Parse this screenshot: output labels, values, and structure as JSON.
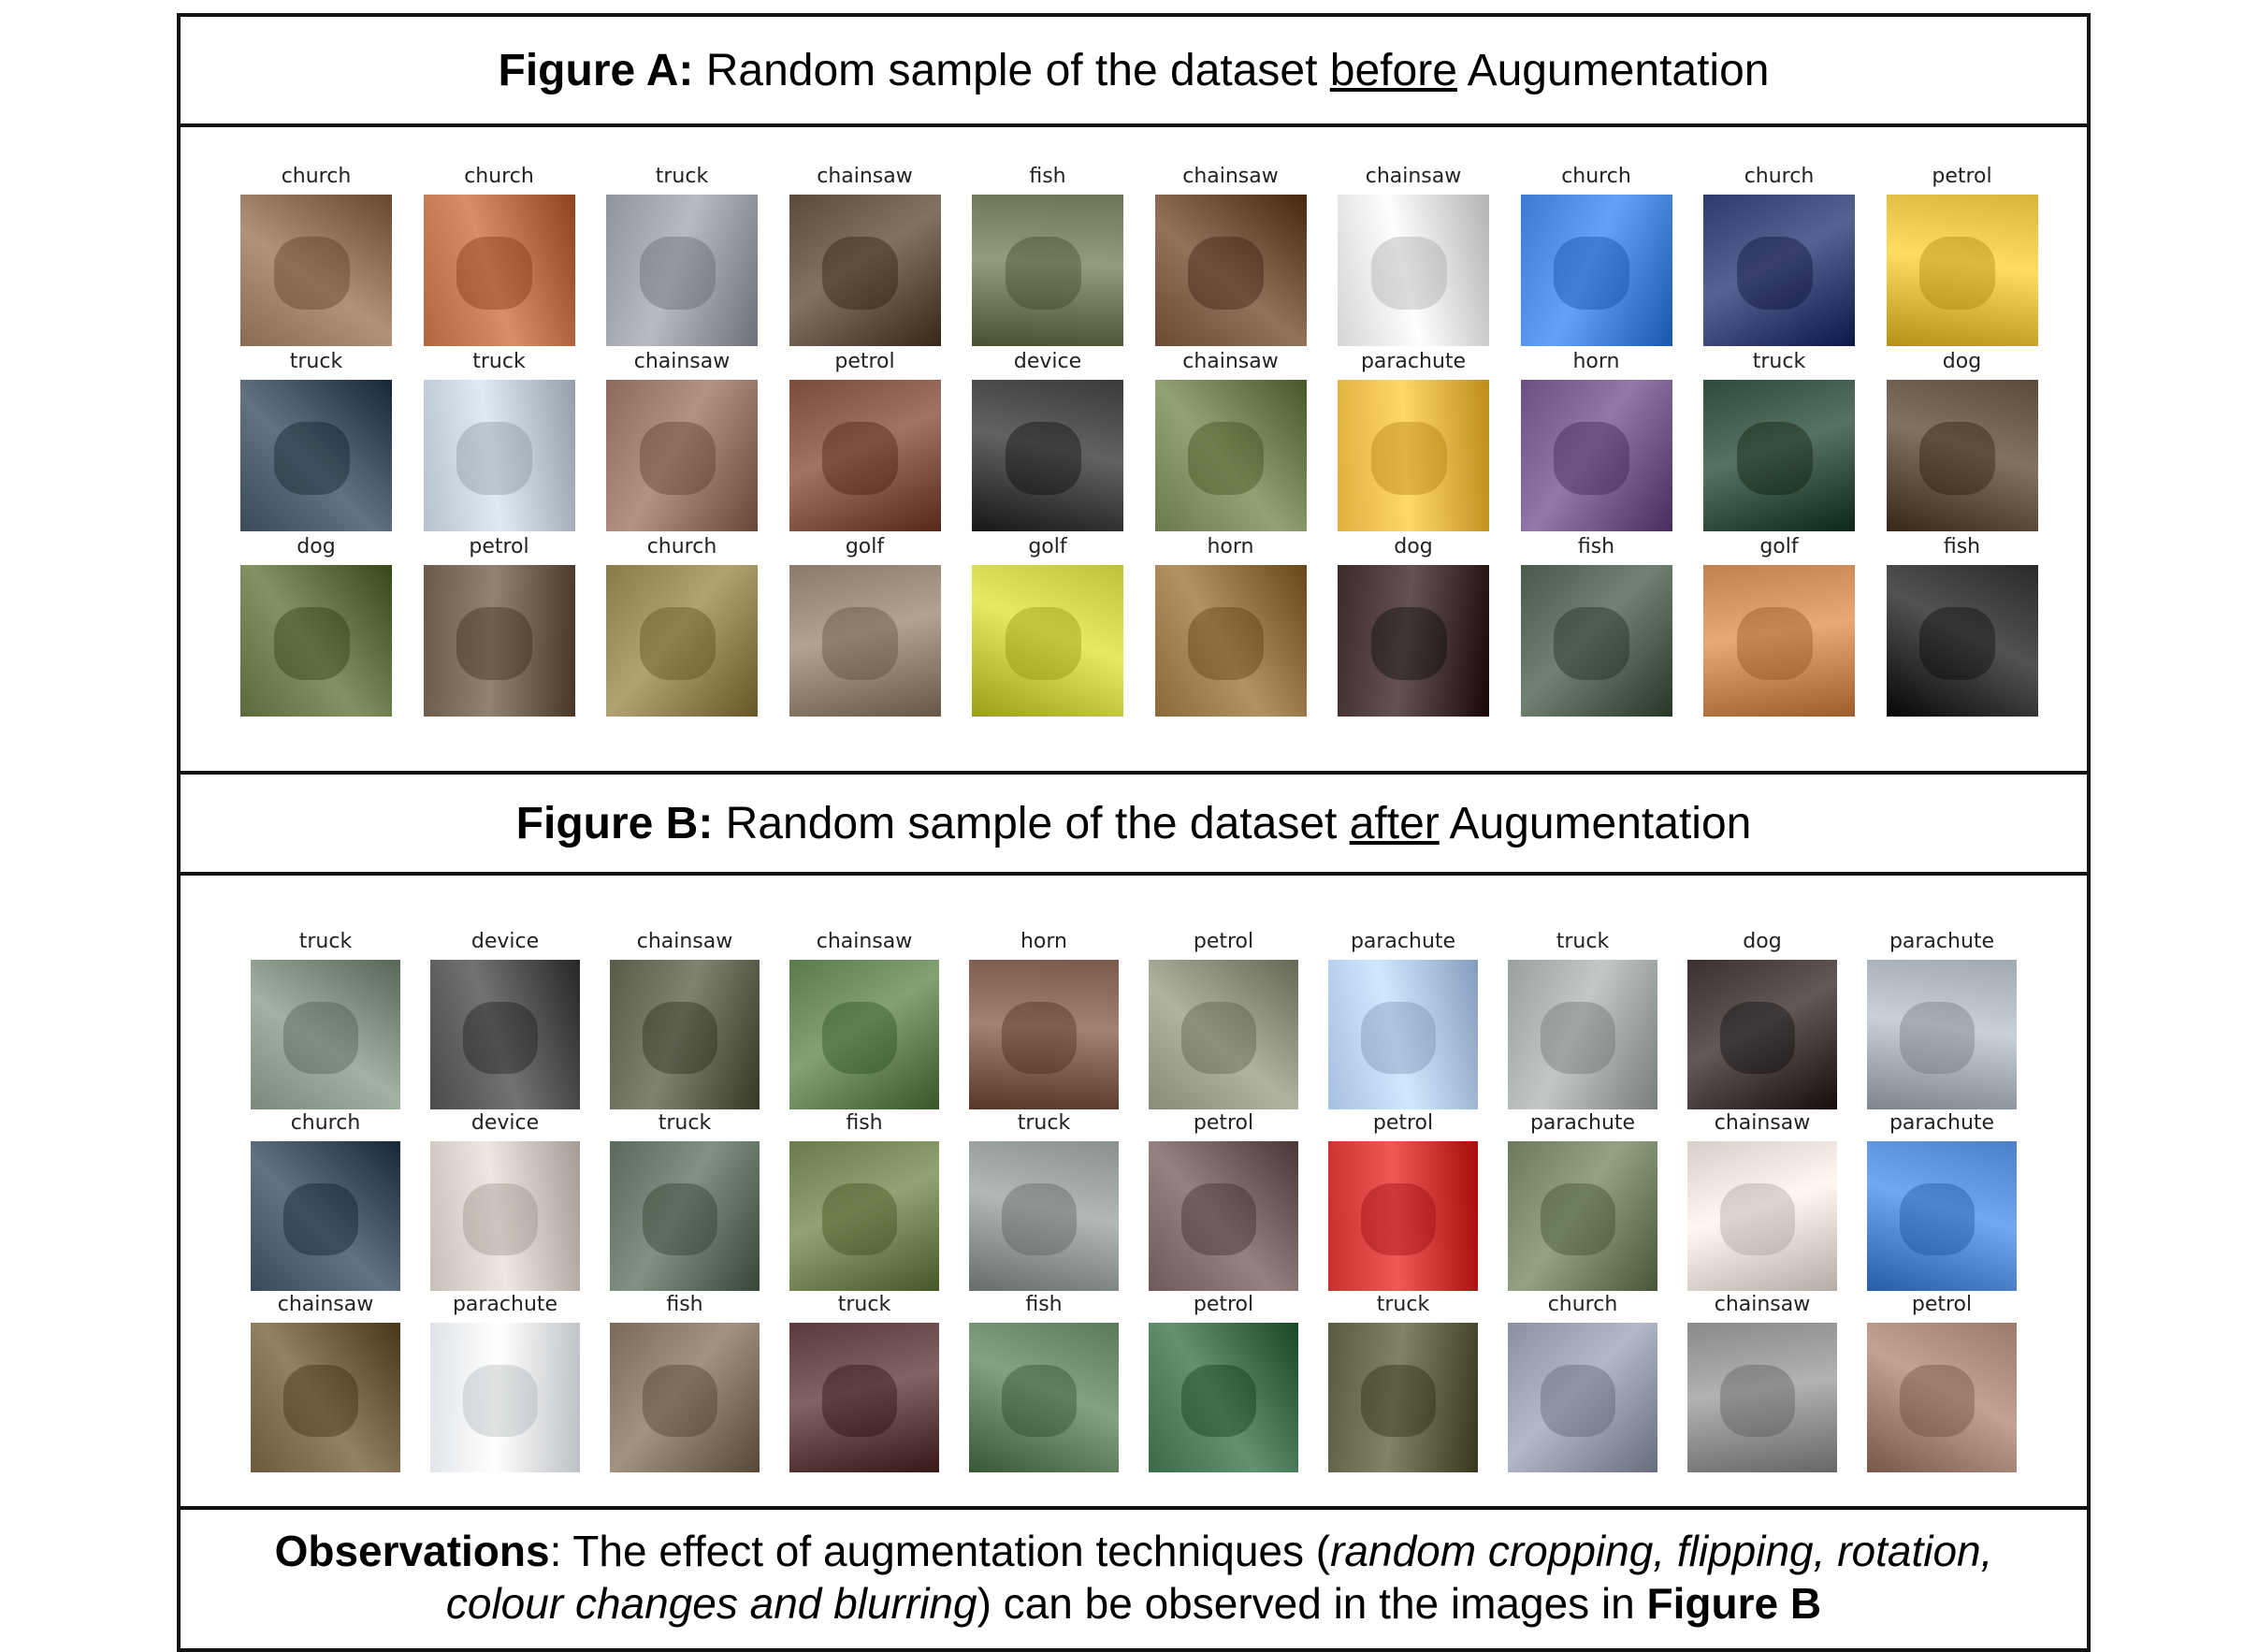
{
  "figure_a": {
    "label": "Figure A:",
    "text_pre": " Random sample of the dataset ",
    "text_under": "before",
    "text_post": " Augumentation",
    "labels": [
      [
        "church",
        "church",
        "truck",
        "chainsaw",
        "fish",
        "chainsaw",
        "chainsaw",
        "church",
        "church",
        "petrol"
      ],
      [
        "truck",
        "truck",
        "chainsaw",
        "petrol",
        "device",
        "chainsaw",
        "parachute",
        "horn",
        "truck",
        "dog"
      ],
      [
        "dog",
        "petrol",
        "church",
        "golf",
        "golf",
        "horn",
        "dog",
        "fish",
        "golf",
        "fish"
      ]
    ],
    "colors": [
      [
        "#8a6a52",
        "#b0663f",
        "#8f949a",
        "#5a4a3a",
        "#6c7456",
        "#6b4a33",
        "#d6d6d6",
        "#3a7bd0",
        "#2e3a6a",
        "#d8b43a"
      ],
      [
        "#3b4a5a",
        "#b8c2cc",
        "#8a6a5a",
        "#7a4a3a",
        "#3a3a3a",
        "#6a7a4a",
        "#e0b040",
        "#6a5080",
        "#2e4a3a",
        "#5a4a3a"
      ],
      [
        "#5a6a3a",
        "#6a5a4a",
        "#8a7a4a",
        "#8a7a6a",
        "#bcc23a",
        "#8a6a3a",
        "#3a2a2a",
        "#4a5a4a",
        "#c08050",
        "#2a2a2a"
      ]
    ]
  },
  "figure_b": {
    "label": "Figure B:",
    "text_pre": " Random sample of the dataset ",
    "text_under": "after",
    "text_post": " Augumentation",
    "labels": [
      [
        "truck",
        "device",
        "chainsaw",
        "chainsaw",
        "horn",
        "petrol",
        "parachute",
        "truck",
        "dog",
        "parachute"
      ],
      [
        "church",
        "device",
        "truck",
        "fish",
        "truck",
        "petrol",
        "petrol",
        "parachute",
        "chainsaw",
        "parachute"
      ],
      [
        "chainsaw",
        "parachute",
        "fish",
        "truck",
        "fish",
        "petrol",
        "truck",
        "church",
        "chainsaw",
        "petrol"
      ]
    ],
    "colors": [
      [
        "#7a8a7a",
        "#4a4a4a",
        "#5a5a4a",
        "#5a7a4a",
        "#7a5a4a",
        "#8a8a7a",
        "#a8c0e0",
        "#9aa0a0",
        "#3a3030",
        "#a0a8b0"
      ],
      [
        "#3a4a5a",
        "#c8c0b8",
        "#5a6a5a",
        "#6a7a4a",
        "#8a9090",
        "#6a5a5a",
        "#c83030",
        "#6a7a5a",
        "#d8d0c8",
        "#4a80c8"
      ],
      [
        "#6a5a3a",
        "#e0e4e8",
        "#7a6a5a",
        "#5a3a3a",
        "#5a7a5a",
        "#3a6a4a",
        "#5a5a40",
        "#8a90a0",
        "#8a8a8a",
        "#9a7a6a"
      ]
    ]
  },
  "observations": {
    "bold": "Observations",
    "text1": ": The effect of augmentation techniques (",
    "italic": "random cropping, flipping, rotation,",
    "italic2": "colour changes and blurring",
    "text2": ") can be observed in the images in ",
    "bold2": "Figure B"
  }
}
